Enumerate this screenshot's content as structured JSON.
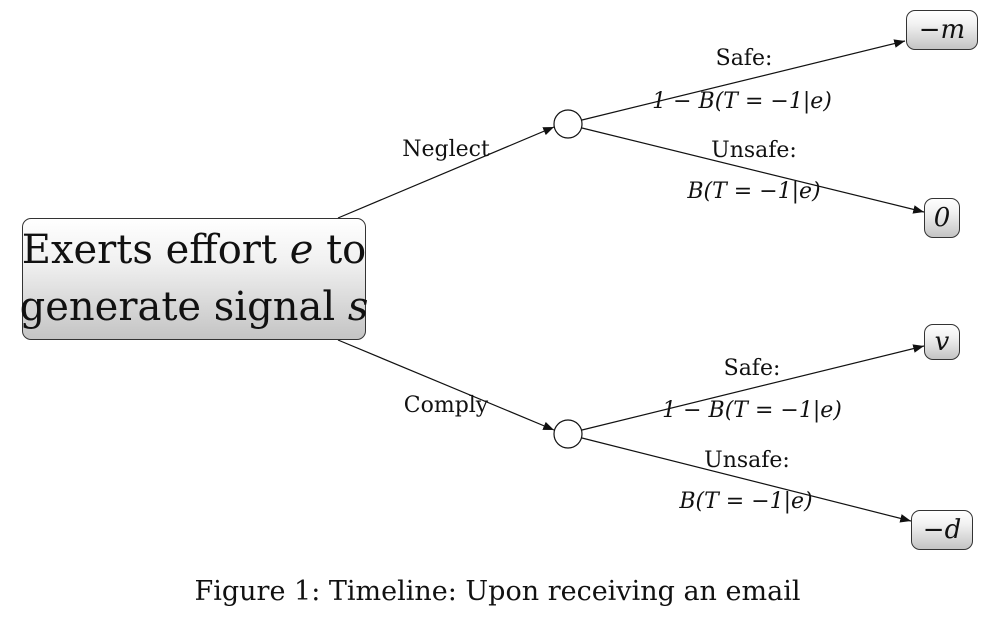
{
  "root": {
    "line1_text": "Exerts effort",
    "line1_var": "e",
    "line1_tail": "to",
    "line2_text": "generate signal",
    "line2_var": "s"
  },
  "branches": {
    "neglect": "Neglect",
    "comply": "Comply"
  },
  "upper": {
    "safe_label": "Safe:",
    "safe_prob": "1 − B(T = −1|e)",
    "unsafe_label": "Unsafe:",
    "unsafe_prob": "B(T = −1|e)",
    "outcome_safe": "−m",
    "outcome_unsafe": "0"
  },
  "lower": {
    "safe_label": "Safe:",
    "safe_prob": "1 − B(T = −1|e)",
    "unsafe_label": "Unsafe:",
    "unsafe_prob": "B(T = −1|e)",
    "outcome_safe": "v",
    "outcome_unsafe": "−d"
  },
  "caption": "Figure 1: Timeline: Upon receiving an email"
}
